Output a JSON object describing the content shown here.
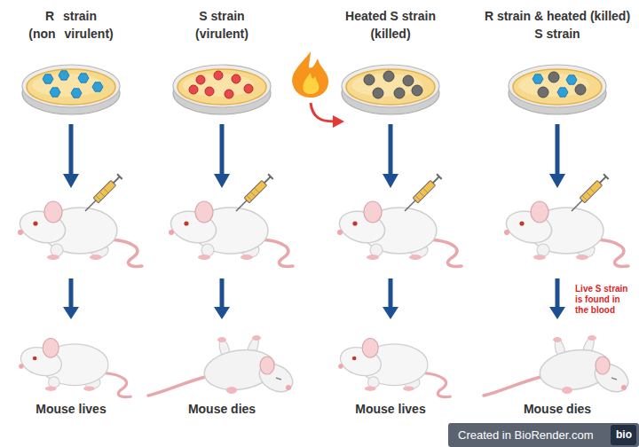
{
  "diagram": {
    "nodes": [
      {
        "text": [
          "R strain (non virulent)"
        ]
      },
      {
        "text": [
          "S strain (virulent)"
        ]
      },
      {
        "text": [
          "Heated S strain (killed)"
        ]
      },
      {
        "text": [
          "R strain & heated (killed) S strain"
        ]
      },
      {
        "text": [
          "Mouse lives"
        ]
      },
      {
        "text": [
          "Mouse dies"
        ]
      },
      {
        "text": [
          "Mouse lives"
        ]
      },
      {
        "text": [
          "Mouse dies"
        ]
      }
    ],
    "edges": [
      {
        "from": 0,
        "to": 4,
        "arrow": "to"
      },
      {
        "from": 1,
        "to": 5,
        "arrow": "to"
      },
      {
        "from": 2,
        "to": 6,
        "arrow": "to"
      },
      {
        "from": 3,
        "to": 7,
        "arrow": "to"
      }
    ],
    "labels": [
      "Live S strain is found in the blood",
      "Created in BioRender.com",
      "bio"
    ]
  }
}
